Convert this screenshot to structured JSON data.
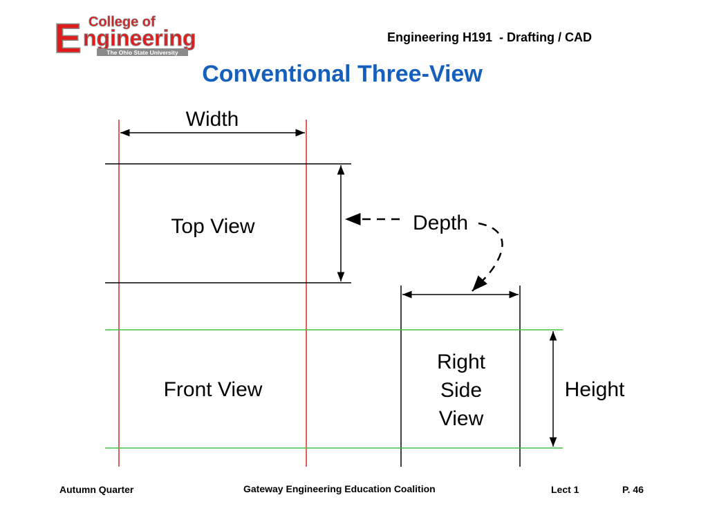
{
  "header": {
    "logo": {
      "big_letter": "E",
      "line1": "College of",
      "line2": "ngineering",
      "line3": "The Ohio State University",
      "colors": {
        "red": "#e01b1b",
        "gray": "#8a8a8a"
      }
    },
    "course_title": "Engineering H191  - Drafting / CAD"
  },
  "title": "Conventional Three-View",
  "diagram": {
    "labels": {
      "width": "Width",
      "depth": "Depth",
      "height": "Height",
      "top_view": "Top View",
      "front_view": "Front View",
      "right_side_view": [
        "Right",
        "Side",
        "View"
      ]
    },
    "colors": {
      "vertical_lines": "#d42a2a",
      "horizontal_green": "#3ec43e",
      "title": "#1560bd"
    }
  },
  "footer": {
    "left": "Autumn Quarter",
    "center": "Gateway Engineering Education Coalition",
    "lecture": "Lect 1",
    "page": "P. 46"
  }
}
